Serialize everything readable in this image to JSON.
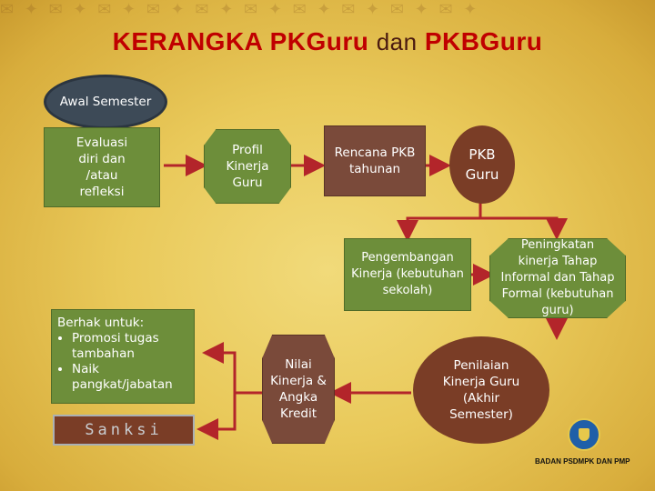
{
  "title": {
    "part1": "KERANGKA PKGuru",
    "part2": "dan",
    "part3": "PKBGuru"
  },
  "nodes": {
    "awal_semester": "Awal Semester",
    "evaluasi": "Evaluasi diri dan /atau refleksi",
    "profil": "Profil Kinerja Guru",
    "rencana": "Rencana PKB tahunan",
    "pkb_guru": "PKB Guru",
    "pengembangan": "Pengembangan Kinerja (kebutuhan sekolah)",
    "peningkatan": "Peningkatan kinerja Tahap Informal dan Tahap Formal (kebutuhan guru)",
    "berhak_title": "Berhak untuk:",
    "berhak_items": [
      "Promosi tugas tambahan",
      "Naik pangkat/jabatan"
    ],
    "sanksi": "Sanksi",
    "nilai": "Nilai Kinerja & Angka Kredit",
    "penilaian": "Penilaian Kinerja Guru (Akhir Semester)"
  },
  "footer": "BADAN PSDMPK DAN PMP",
  "colors": {
    "title": "#c00000",
    "arrow": "#b3252a",
    "green": "#6d8e3a",
    "brown": "#7a4a3a",
    "dark": "#3d4a57"
  }
}
